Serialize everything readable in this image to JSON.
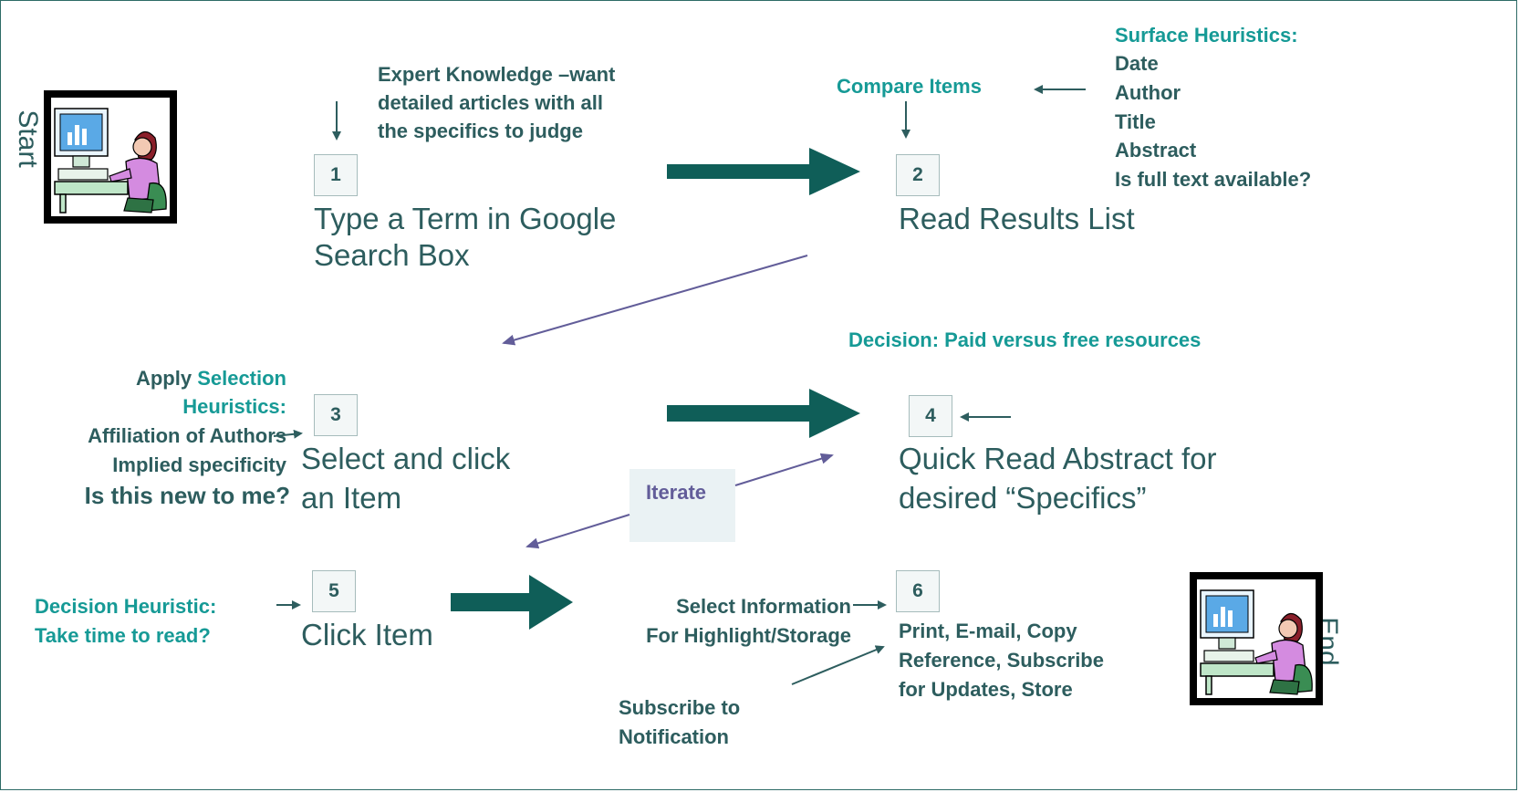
{
  "start_label": "Start",
  "end_label": "End",
  "steps": [
    {
      "number": "1",
      "text": [
        "Type a Term in Google",
        "Search Box"
      ]
    },
    {
      "number": "2",
      "text": [
        "Read Results List"
      ]
    },
    {
      "number": "3",
      "text": [
        "Select and click",
        "an Item"
      ]
    },
    {
      "number": "4",
      "text": [
        "Quick Read Abstract for",
        "desired “Specifics”"
      ]
    },
    {
      "number": "5",
      "text": [
        "Click Item"
      ]
    },
    {
      "number": "6",
      "text": [
        "Print, E-mail, Copy",
        "Reference, Subscribe",
        "for Updates, Store"
      ]
    }
  ],
  "expert_knowledge": [
    "Expert Knowledge –want",
    "detailed articles with all",
    "the specifics to judge"
  ],
  "compare_items": "Compare Items",
  "surface_heuristics": {
    "title": "Surface Heuristics:",
    "items": [
      "Date",
      "Author",
      "Title",
      "Abstract",
      "Is full text available?"
    ]
  },
  "decision_paid": "Decision: Paid versus free resources",
  "selection_heuristics": {
    "apply": "Apply",
    "selection": "Selection",
    "heuristics": "Heuristics:",
    "items": [
      "Affiliation of Authors",
      "Implied specificity",
      "Is this new to me?"
    ]
  },
  "iterate": "Iterate",
  "decision_heuristic": [
    "Decision Heuristic:",
    "Take time to read?"
  ],
  "select_information": [
    "Select Information",
    "For Highlight/Storage"
  ],
  "subscribe_notification": [
    "Subscribe to",
    "Notification"
  ],
  "colors": {
    "text_dark": "#2d5d5e",
    "teal_accent": "#169a96",
    "thick_arrow": "#0f5e58",
    "thin_arrow_purple": "#625d99",
    "border": "#2e6b66"
  },
  "icons": [
    "woman-at-computer-clipart-icon"
  ]
}
